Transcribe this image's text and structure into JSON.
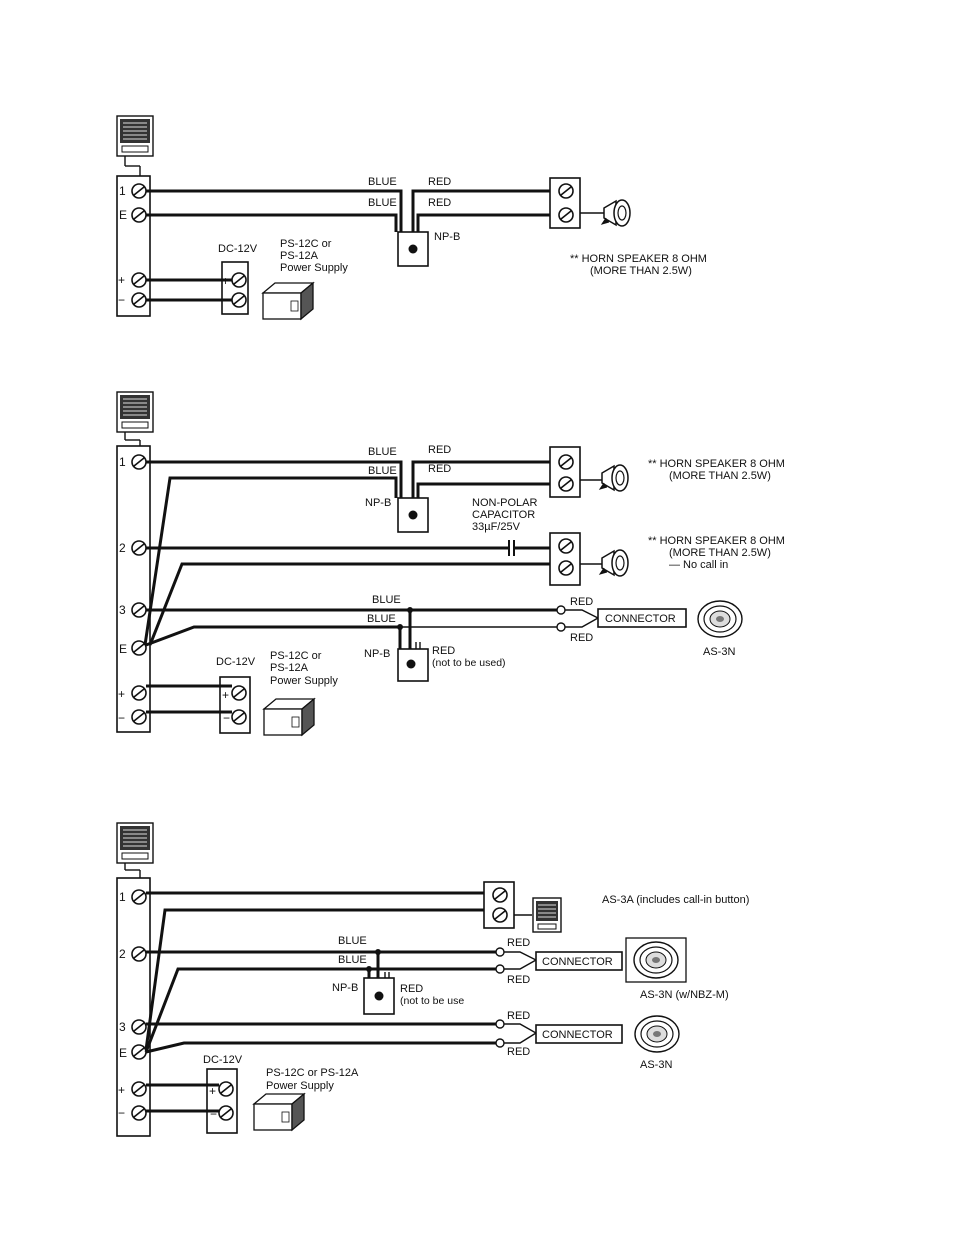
{
  "diagram1": {
    "terminals": [
      "1",
      "E",
      "+",
      "−"
    ],
    "wire_labels": {
      "blue_top": "BLUE",
      "red_top": "RED",
      "blue_bottom": "BLUE",
      "red_bottom": "RED"
    },
    "np_b": "NP-B",
    "dc_label": "DC-12V",
    "psu_label": [
      "PS-12C or",
      "PS-12A",
      "Power Supply"
    ],
    "horn_note": [
      "**  HORN SPEAKER 8 OHM",
      "(MORE THAN 2.5W)"
    ]
  },
  "diagram2": {
    "terminals": [
      "1",
      "2",
      "3",
      "E",
      "+",
      "−"
    ],
    "wire_labels": {
      "blue1": "BLUE",
      "red1": "RED",
      "blue2": "BLUE",
      "red2": "RED",
      "blue3": "BLUE",
      "red3": "RED",
      "blue4": "BLUE",
      "red4": "RED"
    },
    "np_b_top": "NP-B",
    "capacitor": [
      "NON-POLAR",
      "CAPACITOR",
      "33µF/25V"
    ],
    "horn_note_1": [
      "**  HORN SPEAKER 8 OHM",
      "(MORE THAN 2.5W)"
    ],
    "horn_note_2": [
      "**  HORN SPEAKER 8 OHM",
      "(MORE THAN 2.5W)",
      "— No  call in"
    ],
    "connector": "CONNECTOR",
    "as3n": "AS-3N",
    "np_b_bottom": "NP-B",
    "red_unused": [
      "RED",
      "(not to be used)"
    ],
    "dc_label": "DC-12V",
    "psu_label": [
      "PS-12C or",
      "PS-12A",
      "Power Supply"
    ]
  },
  "diagram3": {
    "terminals": [
      "1",
      "2",
      "3",
      "E",
      "+",
      "−"
    ],
    "as3a": "AS-3A (includes call-in button)",
    "wire_labels": {
      "blue1": "BLUE",
      "red1": "RED",
      "blue2": "BLUE",
      "red2": "RED",
      "red3": "RED",
      "red4": "RED"
    },
    "connector_1": "CONNECTOR",
    "connector_2": "CONNECTOR",
    "as3n_nbz": "AS-3N (w/NBZ-M)",
    "as3n": "AS-3N",
    "np_b": "NP-B",
    "red_unused": [
      "RED",
      "(not to be use"
    ],
    "dc_label": "DC-12V",
    "psu_label": [
      "PS-12C or PS-12A",
      "Power Supply"
    ]
  }
}
